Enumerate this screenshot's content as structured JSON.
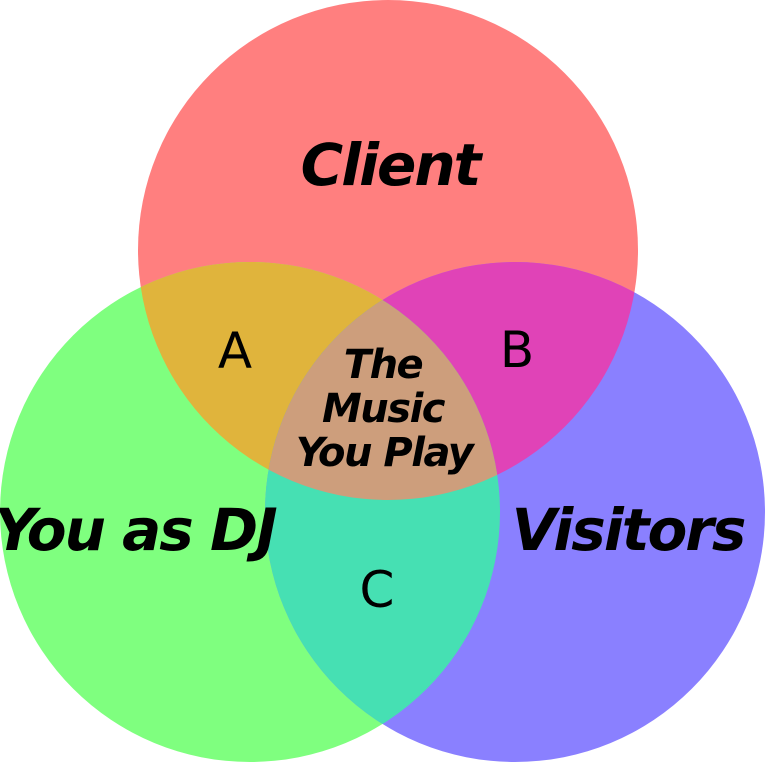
{
  "sets": [
    {
      "id": "client",
      "label": "Client",
      "color": "#ff7f7f"
    },
    {
      "id": "dj",
      "label": "You as DJ",
      "color": "#7fff7f"
    },
    {
      "id": "visitors",
      "label": "Visitors",
      "color": "#8a80ff"
    }
  ],
  "intersections": {
    "client_dj": {
      "label": "A",
      "color": "#e0b43c"
    },
    "client_visitors": {
      "label": "B",
      "color": "#e043b7"
    },
    "dj_visitors": {
      "label": "C",
      "color": "#46e0b3"
    },
    "all": {
      "lines": [
        "The",
        "Music",
        "You Play"
      ],
      "color": "#cd9e7c"
    }
  }
}
